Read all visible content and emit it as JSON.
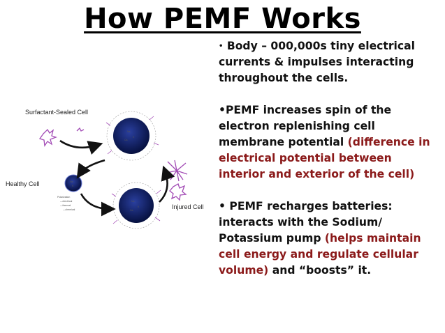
{
  "title": "How PEMF Works",
  "diagram": {
    "label_surfactant": "Surfactant-Sealed Cell",
    "label_healthy": "Healthy Cell",
    "label_injured": "Injured Cell",
    "colors": {
      "cell_dark": "#0b1a5c",
      "spikes": "#a24bb5"
    }
  },
  "bullets": {
    "b1": {
      "marker": "•",
      "text": " Body – 000,000s tiny electrical currents & impulses interacting throughout the cells."
    },
    "b2": {
      "marker": "•",
      "text": "PEMF increases spin of the electron replenishing cell membrane potential ",
      "red": "(difference in electrical potential between interior and exterior of the cell)"
    },
    "b3": {
      "marker": "•",
      "text": " PEMF recharges batteries: interacts with the Sodium/ Potassium pump ",
      "red": "(helps maintain cell energy and regulate cellular volume)",
      "tail": " and “boosts” it."
    }
  },
  "colors": {
    "accent_red": "#8b1a1a",
    "text": "#111111"
  }
}
